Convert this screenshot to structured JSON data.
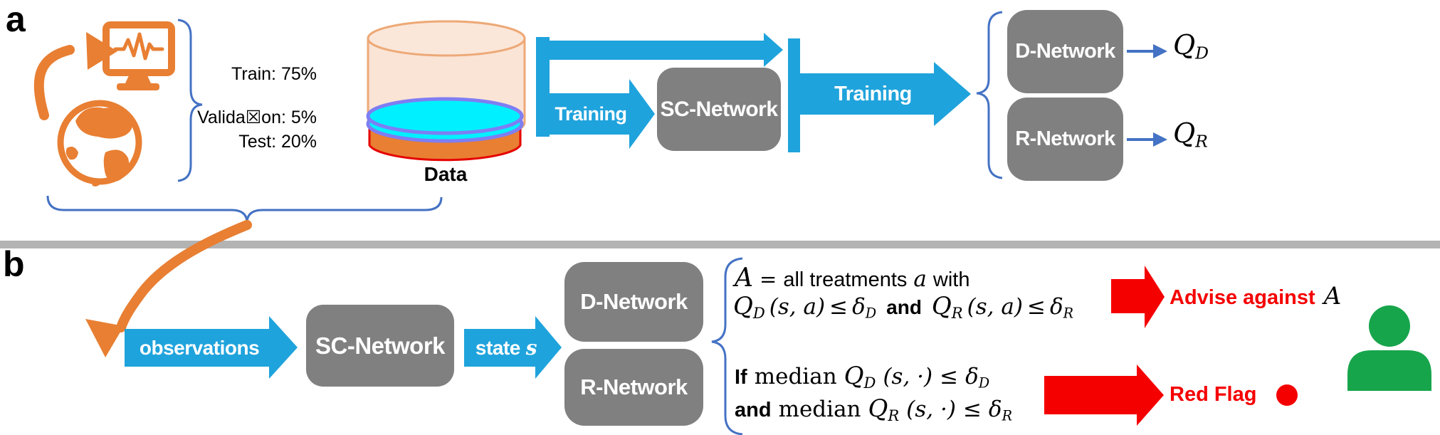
{
  "colors": {
    "accent_blue": "#1FA3DC",
    "dark_blue": "#4472C4",
    "orange": "#E87F33",
    "box_gray": "#808080",
    "divider_gray": "#B3B3B3",
    "red": "#F50000",
    "green": "#17A54B",
    "cyan": "#00F0FF"
  },
  "panel_a": {
    "label": "a",
    "splits": {
      "train": "Train: 75%",
      "validation": "Valida☒on: 5%",
      "test": "Test: 20%"
    },
    "data_label": "Data",
    "training1": "Training",
    "sc_network": "SC-Network",
    "training2": "Training",
    "d_network": "D-Network",
    "r_network": "R-Network",
    "q_d": {
      "base": "Q",
      "sub": "D"
    },
    "q_r": {
      "base": "Q",
      "sub": "R"
    }
  },
  "panel_b": {
    "label": "b",
    "observations": "observations",
    "sc_network": "SC-Network",
    "state": {
      "word": "state",
      "var": "s"
    },
    "d_network": "D-Network",
    "r_network": "R-Network",
    "rule_set": {
      "set_symbol": "A",
      "eq": "=",
      "text1": "all treatments",
      "var_a": "a",
      "text2": "with",
      "q1": "Q",
      "q1_sub": "D",
      "args1": "(s, a)",
      "leq1": "≤",
      "delta1": "δ",
      "delta1_sub": "D",
      "and": "and",
      "q2": "Q",
      "q2_sub": "R",
      "args2": "(s, a)",
      "leq2": "≤",
      "delta2": "δ",
      "delta2_sub": "R"
    },
    "rule_flag": {
      "if": "If",
      "median1": "median",
      "q1": "Q",
      "q1_sub": "D",
      "args1": "(s, ·)",
      "leq1": "≤",
      "delta1": "δ",
      "delta1_sub": "D",
      "and": "and",
      "median2": "median",
      "q2": "Q",
      "q2_sub": "R",
      "args2": "(s, ·)",
      "leq2": "≤",
      "delta2": "δ",
      "delta2_sub": "R"
    },
    "advise_against": {
      "text": "Advise against",
      "set_symbol": "A"
    },
    "red_flag": "Red Flag"
  }
}
